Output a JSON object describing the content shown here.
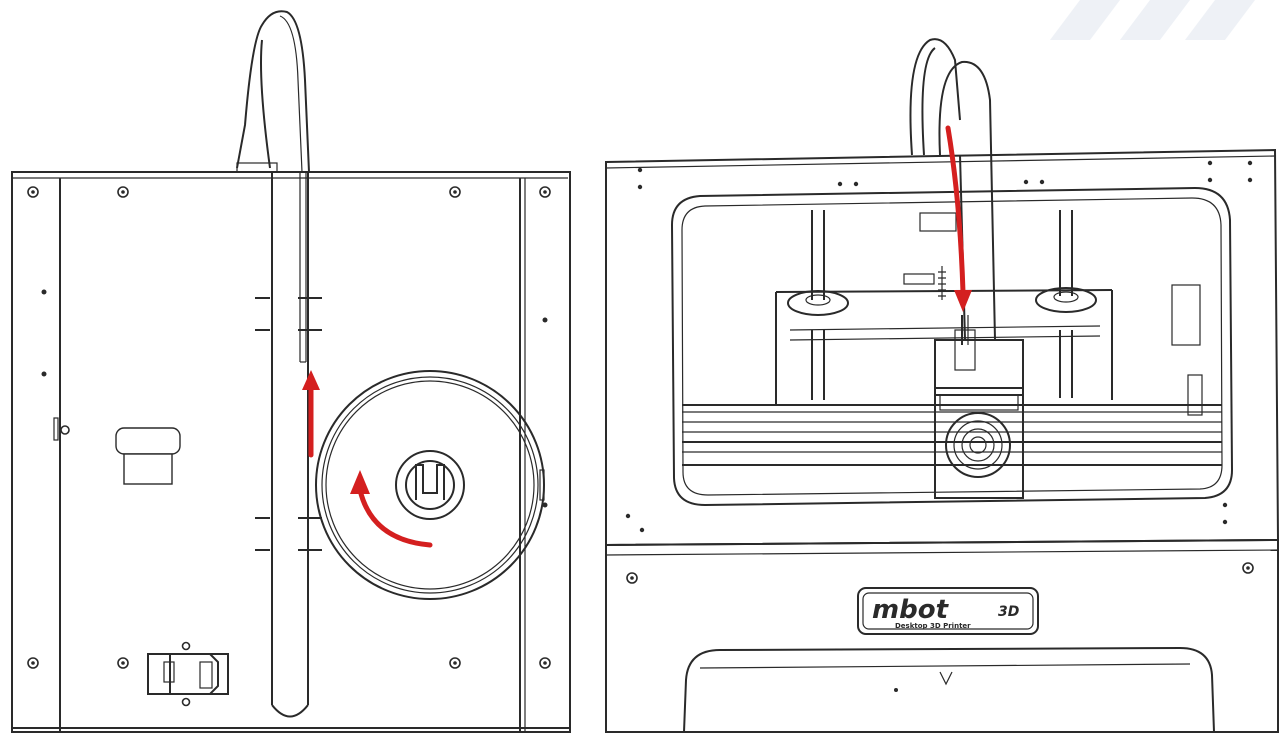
{
  "figure": {
    "left_panel": "printer-rear-view",
    "right_panel": "printer-front-view"
  },
  "logo": {
    "brand": "mbot",
    "model": "3D",
    "tagline": "Desktop 3D Printer"
  },
  "colors": {
    "line": "#2a2a2a",
    "arrow": "#d41f1f",
    "background": "#ffffff"
  },
  "arrows": [
    {
      "panel": "rear",
      "meaning": "filament pulled up into feed tube"
    },
    {
      "panel": "rear",
      "meaning": "spool rotation direction"
    },
    {
      "panel": "front",
      "meaning": "filament pushed down into extruder"
    }
  ]
}
